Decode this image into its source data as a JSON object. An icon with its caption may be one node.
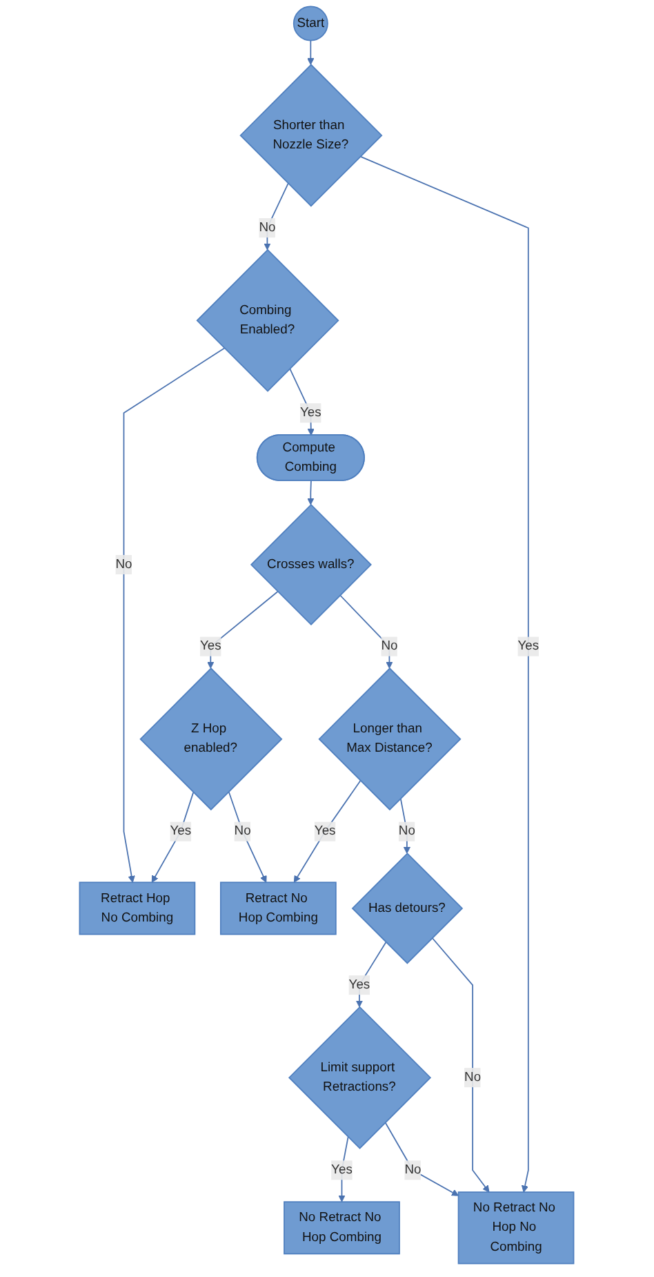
{
  "diagram": {
    "nodes": [
      {
        "text": [
          "Start"
        ]
      },
      {
        "text": [
          "Shorter than Nozzle Size?"
        ]
      },
      {
        "text": [
          "Combing Enabled?"
        ]
      },
      {
        "text": [
          "Compute Combing"
        ]
      },
      {
        "text": [
          "Crosses walls?"
        ]
      },
      {
        "text": [
          "Z Hop enabled?"
        ]
      },
      {
        "text": [
          "Longer than Max Distance?"
        ]
      },
      {
        "text": [
          "Has detours?"
        ]
      },
      {
        "text": [
          "Limit support Retractions?"
        ]
      },
      {
        "text": [
          "Retract Hop No Combing"
        ]
      },
      {
        "text": [
          "Retract No Hop Combing"
        ]
      },
      {
        "text": [
          "No Retract No Hop Combing"
        ]
      },
      {
        "text": [
          "No Retract No Hop No Combing"
        ]
      }
    ],
    "edges": [
      {
        "from": 0,
        "to": 1,
        "arrow": "to"
      },
      {
        "from": 1,
        "to": 2,
        "arrow": "to",
        "label": "No"
      },
      {
        "from": 1,
        "to": 12,
        "arrow": "to",
        "label": "Yes"
      },
      {
        "from": 2,
        "to": 9,
        "arrow": "to",
        "label": "No"
      },
      {
        "from": 2,
        "to": 3,
        "arrow": "to",
        "label": "Yes"
      },
      {
        "from": 3,
        "to": 4,
        "arrow": "to"
      },
      {
        "from": 4,
        "to": 5,
        "arrow": "to",
        "label": "Yes"
      },
      {
        "from": 4,
        "to": 6,
        "arrow": "to",
        "label": "No"
      },
      {
        "from": 5,
        "to": 9,
        "arrow": "to",
        "label": "Yes"
      },
      {
        "from": 5,
        "to": 10,
        "arrow": "to",
        "label": "No"
      },
      {
        "from": 6,
        "to": 10,
        "arrow": "to",
        "label": "Yes"
      },
      {
        "from": 6,
        "to": 7,
        "arrow": "to",
        "label": "No"
      },
      {
        "from": 7,
        "to": 8,
        "arrow": "to",
        "label": "Yes"
      },
      {
        "from": 7,
        "to": 12,
        "arrow": "to",
        "label": "No"
      },
      {
        "from": 8,
        "to": 11,
        "arrow": "to",
        "label": "Yes"
      },
      {
        "from": 8,
        "to": 12,
        "arrow": "to",
        "label": "No"
      }
    ]
  }
}
